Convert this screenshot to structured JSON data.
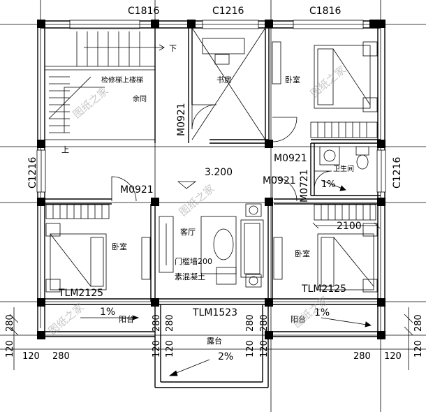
{
  "windows": {
    "top_left": "C1816",
    "top_mid": "C1216",
    "top_right": "C1816",
    "left_side": "C1216",
    "right_side": "C1216"
  },
  "doors": {
    "study": "M0921",
    "bedroom_ne": "M0921",
    "living_left": "M0921",
    "living_right": "M0921",
    "bath": "M0721",
    "bedroom_sw": "TLM2125",
    "bedroom_se": "TLM2125",
    "terrace": "TLM1523"
  },
  "rooms": {
    "stair_note_1": "检修梯上楼梯",
    "stair_note_2": "余同",
    "stair_down": "下",
    "stair_up": "上",
    "study": "书房",
    "bedroom_ne": "卧室",
    "bathroom": "卫生间",
    "living": "客厅",
    "bedroom_sw": "卧室",
    "bedroom_se": "卧室",
    "balcony_left": "阳台",
    "balcony_right": "阳台",
    "terrace": "露台",
    "threshold_1": "门槛墙200",
    "threshold_2": "素混凝土"
  },
  "levels": {
    "elevation": "3.200",
    "slope_bath": "1%",
    "slope_balcony_left": "1%",
    "slope_balcony_right": "1%",
    "slope_terrace": "2%"
  },
  "dimensions": {
    "bath_width": "2100",
    "left_280_top": "280",
    "left_120_top": "120",
    "left_120_bottom": "120",
    "left_280_bottom": "280",
    "right_280_top": "280",
    "right_120_top": "120",
    "right_120_bottom": "120",
    "right_280_bottom": "280",
    "terrace_120_left": "120",
    "terrace_280_left": "280",
    "terrace_280_right": "280",
    "terrace_120_right": "120",
    "bottom_left_120": "120",
    "bottom_left_280": "280",
    "bottom_right_280": "280",
    "bottom_right_120": "120"
  },
  "watermark": "图纸之家"
}
